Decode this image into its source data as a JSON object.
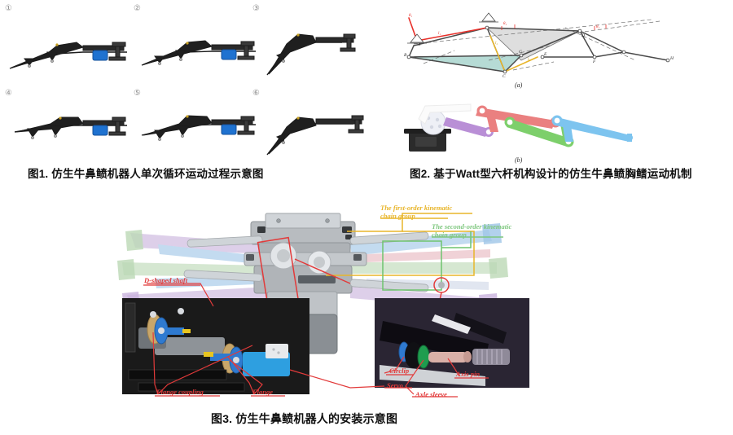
{
  "document": {
    "type": "figure-page",
    "background": "#ffffff"
  },
  "figure1": {
    "caption": "图1. 仿生牛鼻鲼机器人单次循环运动过程示意图",
    "panels": [
      {
        "marker": "①",
        "row": 0,
        "col": 0
      },
      {
        "marker": "②",
        "row": 0,
        "col": 1
      },
      {
        "marker": "③",
        "row": 0,
        "col": 2
      },
      {
        "marker": "④",
        "row": 1,
        "col": 0
      },
      {
        "marker": "⑤",
        "row": 1,
        "col": 1
      },
      {
        "marker": "⑥",
        "row": 1,
        "col": 2
      }
    ],
    "subject": "bionic-cownose-ray-robot-side-view",
    "colors": {
      "body": "#1c1c1c",
      "servo": "#1f72d0",
      "rail": "#6b6b6b"
    }
  },
  "figure2": {
    "caption": "图2. 基于Watt型六杆机构设计的仿生牛鼻鲼胸鳍运动机制",
    "sub_a": {
      "label": "(a)",
      "type": "watt-six-bar-kinematic-diagram",
      "joint_labels": [
        "A",
        "B",
        "C",
        "D",
        "E",
        "F",
        "G",
        "H"
      ],
      "angle_labels": [
        "θ₁",
        "θ₂",
        "θ₃"
      ],
      "link_labels": [
        "l₁",
        "l₂"
      ],
      "colors": {
        "frame": "#4a4a4a",
        "input_link": "#e8302a",
        "highlight_link": "#e8b52a",
        "upper_triangle": "#d8d8d8",
        "lower_triangle": "#9ecfc8"
      }
    },
    "sub_b": {
      "label": "(b)",
      "type": "colored-linkage-render",
      "links": [
        {
          "name": "crank",
          "color": "#b98fd6"
        },
        {
          "name": "coupler",
          "color": "#ea8080"
        },
        {
          "name": "rocker",
          "color": "#7dcf6b"
        },
        {
          "name": "output-fin-bar",
          "color": "#7dc4ef"
        }
      ],
      "servo_color": "#2b2b2b",
      "gear_color": "#e9ecf5"
    }
  },
  "figure3": {
    "caption": "图3. 仿生牛鼻鲼机器人的安装示意图",
    "annotations": [
      {
        "id": "first-order",
        "text": "The first-order kinematic\nchain group",
        "color": "#e8b52a"
      },
      {
        "id": "second-order",
        "text": "The second-order kinematic\nchain group",
        "color": "#7ec77e"
      },
      {
        "id": "d-shaped-shaft",
        "text": "D-shaped shaft",
        "color": "#e23a3a"
      },
      {
        "id": "flange-coupling",
        "text": "Flange coupling",
        "color": "#e23a3a"
      },
      {
        "id": "flange",
        "text": "Flange",
        "color": "#e23a3a"
      },
      {
        "id": "servo",
        "text": "Servo",
        "color": "#e23a3a"
      },
      {
        "id": "circlip",
        "text": "Circlip",
        "color": "#e23a3a"
      },
      {
        "id": "axis-pin",
        "text": "Axis pin",
        "color": "#e23a3a"
      },
      {
        "id": "axle-sleeve",
        "text": "Axle sleeve",
        "color": "#e23a3a"
      }
    ],
    "callout_boxes": [
      {
        "id": "yellow-box",
        "color": "#e8b52a"
      },
      {
        "id": "green-box",
        "color": "#6fc46f"
      },
      {
        "id": "red-box-main",
        "color": "#e23a3a"
      },
      {
        "id": "red-circle-detail",
        "color": "#e23a3a"
      }
    ],
    "fin_colors": [
      "#c9b2dd",
      "#bcd9b6",
      "#9fc6e8",
      "#e8b8c0",
      "#cfd8e8"
    ],
    "insets": [
      {
        "id": "left-inset",
        "subject": "flange-coupling-detail"
      },
      {
        "id": "right-inset",
        "subject": "axle-sleeve-detail"
      }
    ]
  }
}
